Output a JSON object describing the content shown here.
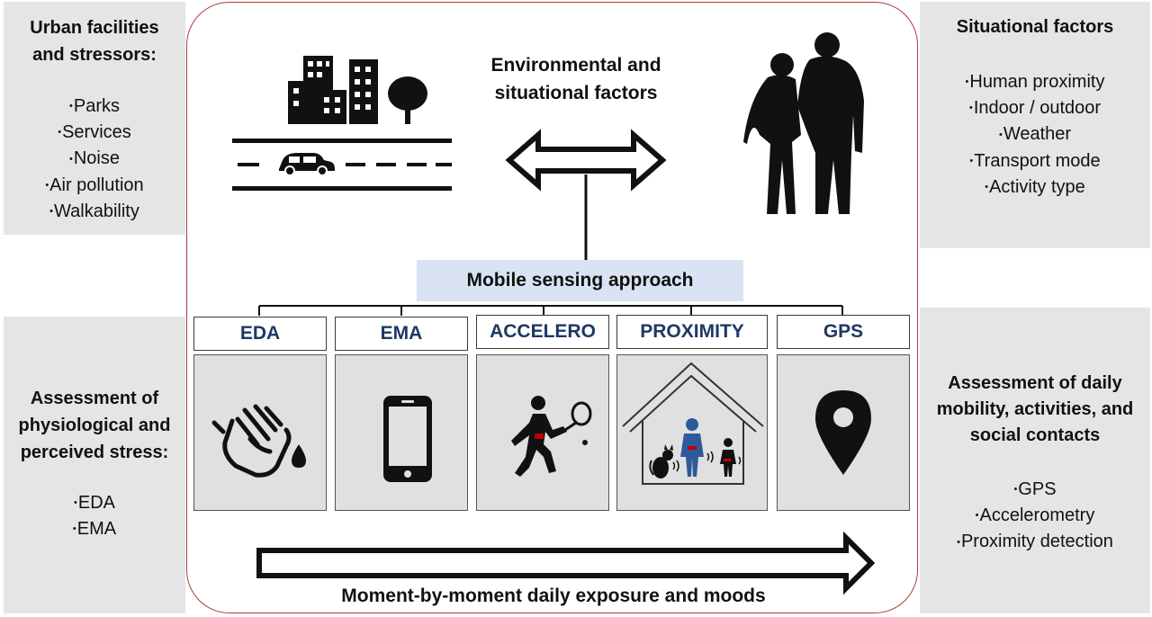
{
  "left_top": {
    "title": "Urban facilities and stressors:",
    "items": [
      "Parks",
      "Services",
      "Noise",
      "Air pollution",
      "Walkability"
    ]
  },
  "right_top": {
    "title": "Situational factors",
    "items": [
      "Human proximity",
      "Indoor / outdoor",
      "Weather",
      "Transport mode",
      "Activity type"
    ]
  },
  "left_bottom": {
    "title": "Assessment of physiological and perceived stress:",
    "items": [
      "EDA",
      "EMA"
    ]
  },
  "right_bottom": {
    "title": "Assessment of daily mobility, activities, and social contacts",
    "items": [
      "GPS",
      "Accelerometry",
      "Proximity detection"
    ]
  },
  "center": {
    "env_title": "Environmental and situational factors",
    "mobile_sensing": "Mobile sensing approach",
    "bottom_caption": "Moment-by-moment daily exposure and moods"
  },
  "sensors": [
    {
      "label": "EDA",
      "icon": "hand-drop-icon"
    },
    {
      "label": "EMA",
      "icon": "smartphone-icon"
    },
    {
      "label": "ACCELERO",
      "icon": "tennis-player-icon"
    },
    {
      "label": "PROXIMITY",
      "icon": "house-people-icon"
    },
    {
      "label": "GPS",
      "icon": "map-pin-icon"
    }
  ],
  "colors": {
    "panel_gray": "#e5e5e5",
    "sensor_label_text": "#1f3864",
    "mobile_sensing_bg": "#dae3f3",
    "frame_border": "#b03a3a",
    "sensor_accent_red": "#c00000",
    "person_blue": "#2e5a9c"
  }
}
